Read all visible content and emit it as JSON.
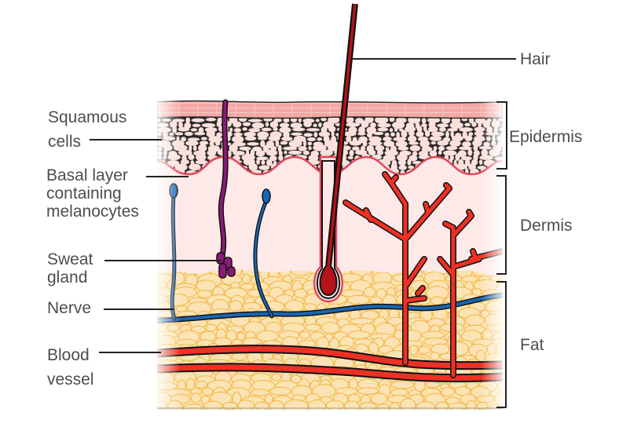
{
  "title": "Skin cross-section",
  "labels": {
    "hair": "Hair",
    "squamous": [
      "Squamous",
      "cells"
    ],
    "basal": [
      "Basal layer",
      "containing",
      "melanocytes"
    ],
    "sweat": [
      "Sweat",
      "gland"
    ],
    "nerve": "Nerve",
    "blood": [
      "Blood",
      "vessel"
    ],
    "epidermis": "Epidermis",
    "dermis": "Dermis",
    "fat": "Fat"
  },
  "colors": {
    "stratum_corneum": "#f4a8a4",
    "epidermis_cells": "#fbe0dc",
    "epidermis_grout": "#2a2a2a",
    "dermis": "#fce9e8",
    "fat": "#fbe3b4",
    "fat_cell_outline": "#f2b640",
    "nerve": "#1a66b3",
    "blood": "#ee3124",
    "hair_bulb": "#b5121b",
    "sweat_gland": "#8b1a7a",
    "basal_line": "#e0485a",
    "label_text": "#4d4d4d",
    "leader_line": "#222222"
  }
}
